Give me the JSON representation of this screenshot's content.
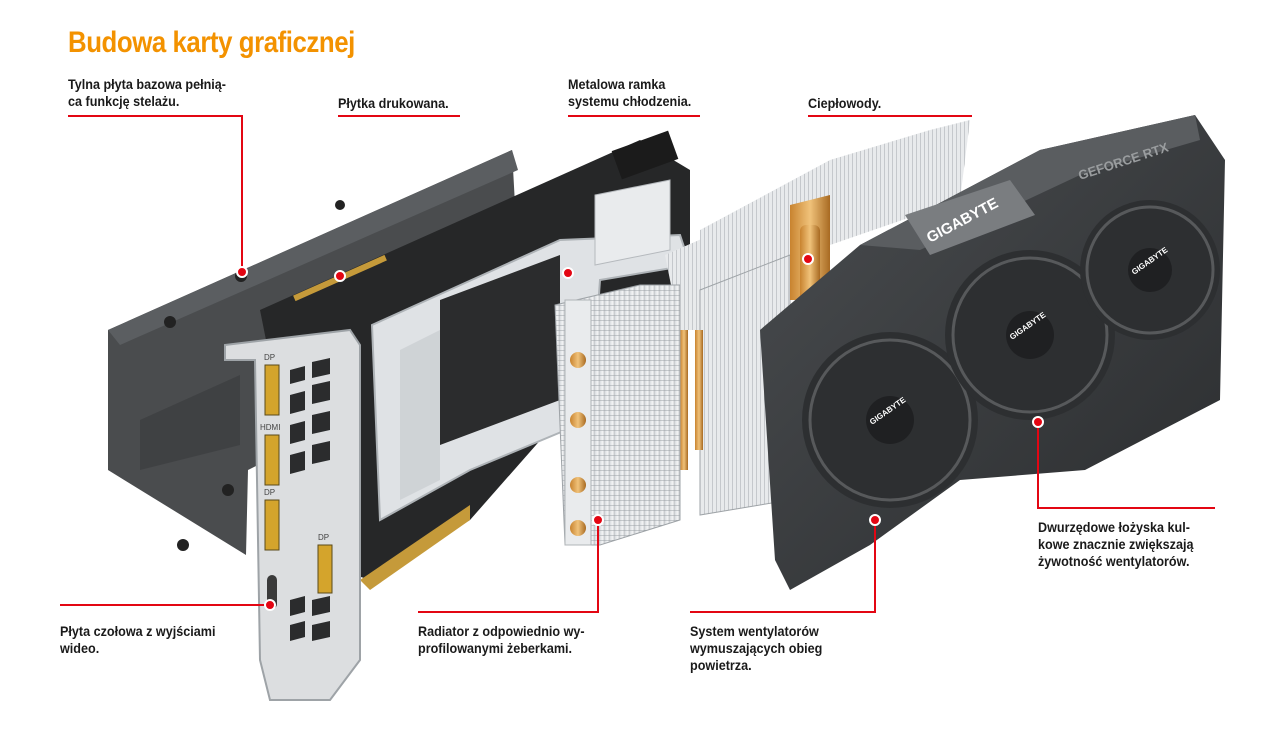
{
  "title": "Budowa karty graficznej",
  "accent_color": "#f39200",
  "leader_color": "#e30613",
  "card_color": "#3b3d3f",
  "labels": {
    "backplate": "Tylna płyta bazowa pełnią-\nca funkcję stelażu.",
    "pcb": "Płytka drukowana.",
    "frame": "Metalowa ramka\nsystemu chłodzenia.",
    "heatpipes": "Ciepłowody.",
    "bearings": "Dwurzędowe łożyska kul-\nkowe znacznie zwiększają\nżywotność wentylatorów.",
    "bracket": "Płyta czołowa z wyjściami\nwideo.",
    "radiator": "Radiator z odpowiednio wy-\nprofilowanymi żeberkami.",
    "fans": "System wentylatorów\nwymuszających obieg\npowietrza."
  },
  "bracket_ports": [
    "DP",
    "HDMI",
    "DP",
    "DP"
  ],
  "shroud_texts": {
    "brand": "GIGABYTE",
    "series": "GEFORCE RTX",
    "fan_hub": "GIGABYTE"
  }
}
